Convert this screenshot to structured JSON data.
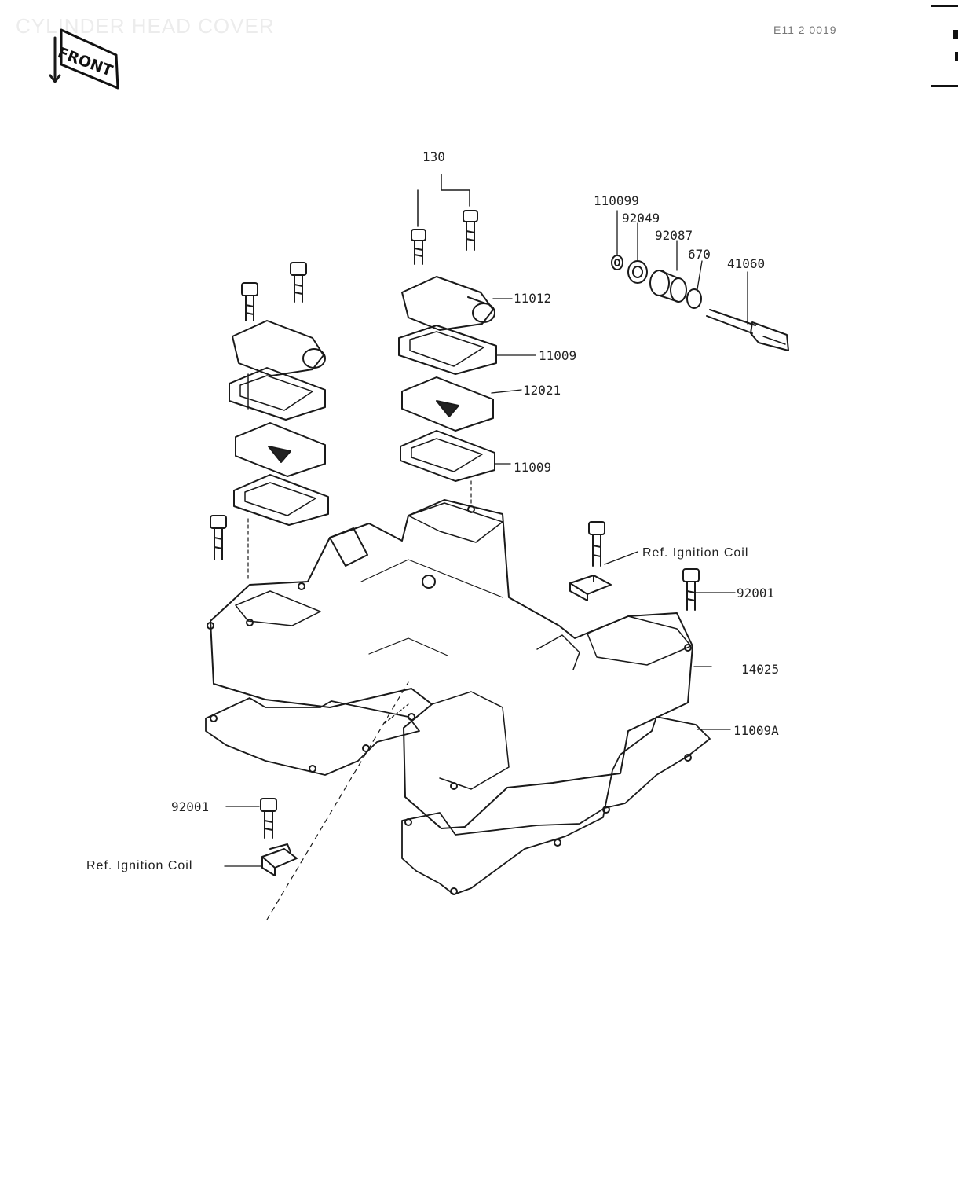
{
  "header": {
    "faint_title": "CYLINDER HEAD COVER",
    "drawing_code": "E11 2 0019",
    "front_badge": "FRONT"
  },
  "labels": {
    "bolt_group": "130",
    "plug_11009B": "110099",
    "seal_92049": "92049",
    "bush_92087": "92087",
    "oring_670": "670",
    "gear_41060": "41060",
    "cap_11012": "11012",
    "gasket_upper_11009": "11009",
    "reed_12021": "12021",
    "gasket_lower_11009": "11009",
    "ref_ignition_right": "Ref. Ignition Coil",
    "bolt_92001_right": "92001",
    "cover_14025": "14025",
    "gasket_11009A": "11009A",
    "bolt_92001_left": "92001",
    "ref_ignition_left": "Ref. Ignition Coil"
  },
  "colors": {
    "ink": "#222222"
  }
}
